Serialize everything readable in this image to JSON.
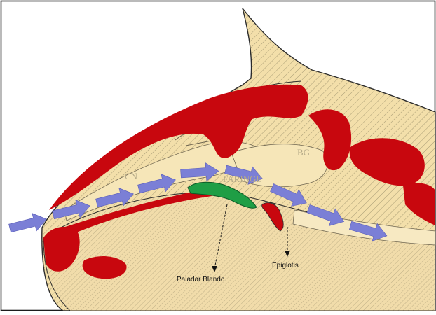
{
  "labels": {
    "cn": "CN",
    "faringe": "FARINGE",
    "bg": "BG",
    "paladar_blando": "Paladar Blando",
    "epiglotis": "Epiglotis"
  },
  "colors": {
    "background": "#ffffff",
    "tissue": "#f3dfaa",
    "hatch": "#9b8f6a",
    "muscle": "#c8070e",
    "soft_palate": "#1f9e45",
    "airflow_arrow": "#7b7fd6",
    "outline": "#2b2b2b",
    "faint_label": "#b5aa88"
  }
}
